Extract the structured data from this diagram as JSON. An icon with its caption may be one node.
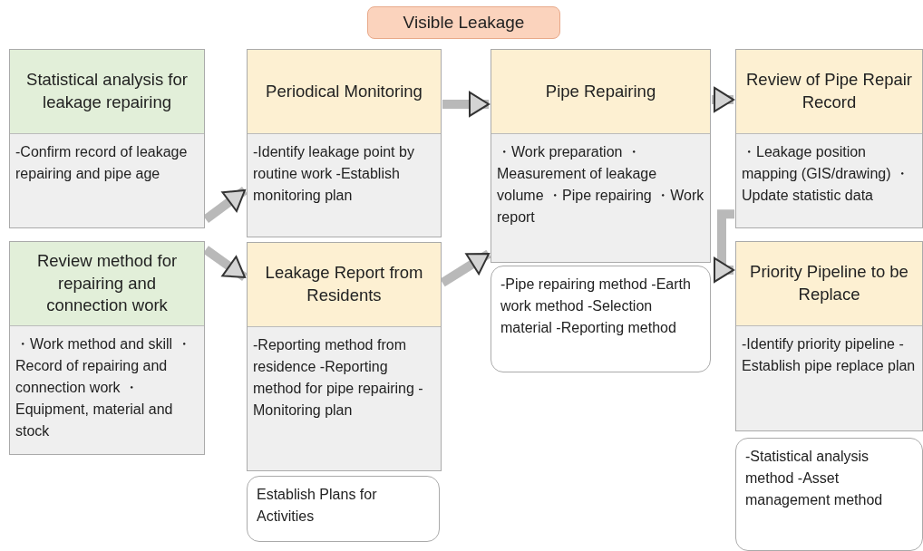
{
  "diagram": {
    "nodes": [
      {
        "text": [
          "Visible Leakage"
        ]
      },
      {
        "text": [
          "Statistical analysis for leakage repairing",
          "-Confirm record of leakage repairing and pipe age"
        ]
      },
      {
        "text": [
          "Review method for repairing and connection work",
          "・Work method and skill ・Record of repairing and connection work ・Equipment, material and stock"
        ]
      },
      {
        "text": [
          "Periodical Monitoring",
          "-Identify leakage point by routine work -Establish monitoring plan"
        ]
      },
      {
        "text": [
          "Leakage Report from Residents",
          "-Reporting method from residence -Reporting method for pipe repairing -Monitoring plan"
        ]
      },
      {
        "text": [
          "Establish Plans for Activities"
        ]
      },
      {
        "text": [
          "Pipe Repairing",
          "・Work preparation ・Measurement of leakage volume ・Pipe repairing ・Work report"
        ]
      },
      {
        "text": [
          "-Pipe repairing method -Earth work method -Selection material -Reporting method"
        ]
      },
      {
        "text": [
          "Review of Pipe Repair Record",
          "・Leakage position mapping (GIS/drawing) ・Update statistic data"
        ]
      },
      {
        "text": [
          "Priority Pipeline to be Replace",
          "-Identify priority pipeline -Establish pipe replace plan"
        ]
      },
      {
        "text": [
          "-Statistical analysis method -Asset management method"
        ]
      }
    ],
    "edges": [
      {
        "from": 1,
        "to": 3,
        "arrow": "to"
      },
      {
        "from": 2,
        "to": 4,
        "arrow": "to"
      },
      {
        "from": 3,
        "to": 6,
        "arrow": "to"
      },
      {
        "from": 4,
        "to": 6,
        "arrow": "to"
      },
      {
        "from": 6,
        "to": 8,
        "arrow": "to"
      },
      {
        "from": 8,
        "to": 9,
        "arrow": "to"
      }
    ]
  }
}
